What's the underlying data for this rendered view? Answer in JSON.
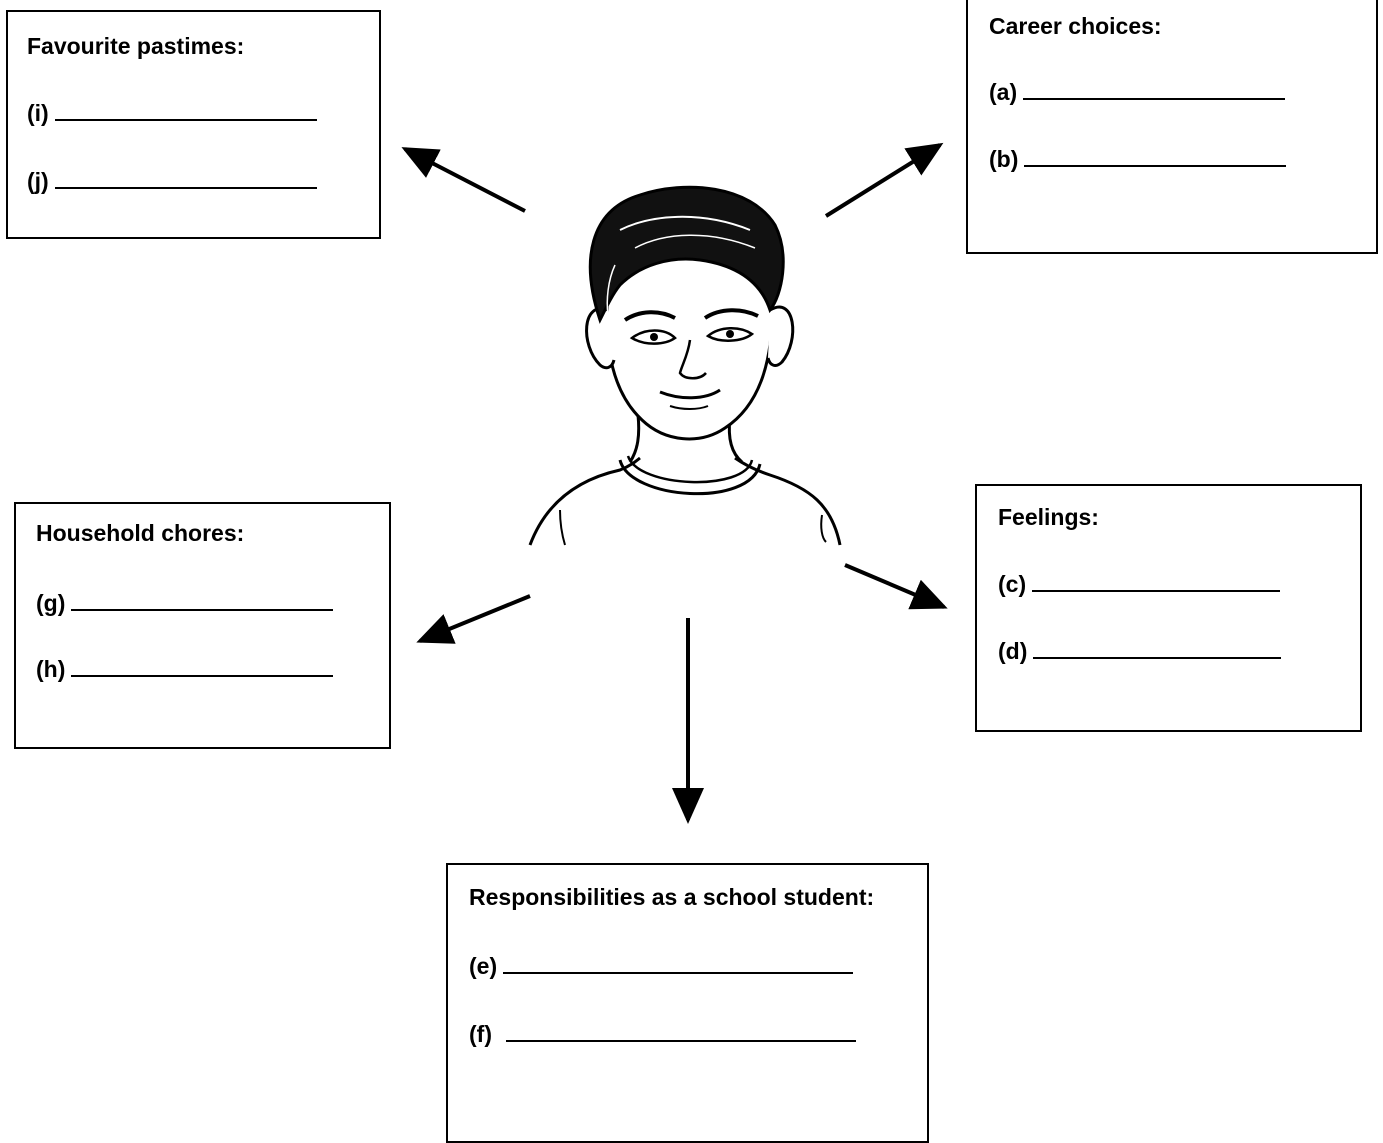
{
  "boxes": {
    "pastimes": {
      "title": "Favourite pastimes:",
      "items": [
        "(i)",
        "(j)"
      ]
    },
    "career": {
      "title": "Career choices:",
      "items": [
        "(a)",
        "(b)"
      ]
    },
    "chores": {
      "title": "Household chores:",
      "items": [
        "(g)",
        "(h)"
      ]
    },
    "feelings": {
      "title": "Feelings:",
      "items": [
        "(c)",
        "(d)"
      ]
    },
    "responsibilities": {
      "title": "Responsibilities as a school student:",
      "items": [
        "(e)",
        "(f)"
      ]
    }
  },
  "figure": {
    "icon": "boy-portrait-icon"
  }
}
